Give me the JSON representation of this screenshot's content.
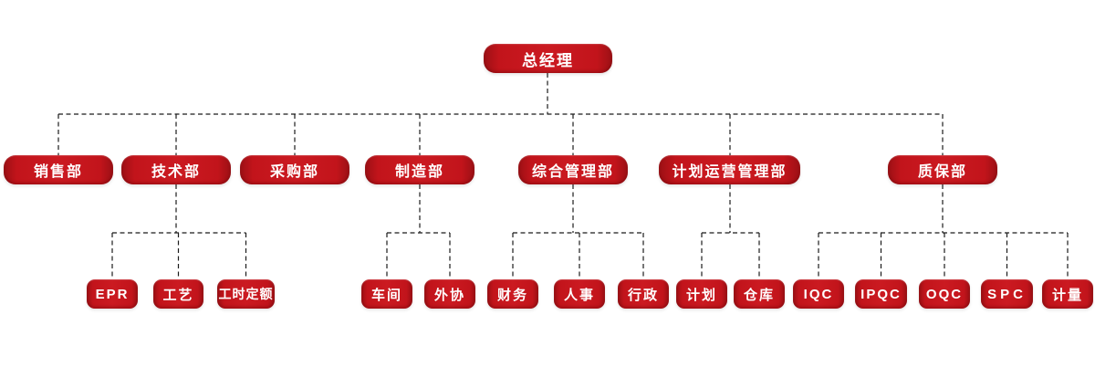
{
  "diagram": {
    "type": "org-chart",
    "colors": {
      "node_fill": "#c2141b",
      "node_fill_edge": "#9c1015",
      "node_text": "#ffffff",
      "connector_line": "#1b1b1b",
      "background": "#ffffff"
    },
    "root": {
      "label": "总经理"
    },
    "departments": [
      {
        "label": "销售部",
        "children": []
      },
      {
        "label": "技术部",
        "children": [
          {
            "label": "EPR"
          },
          {
            "label": "工艺"
          },
          {
            "label": "工时定额"
          }
        ]
      },
      {
        "label": "采购部",
        "children": []
      },
      {
        "label": "制造部",
        "children": [
          {
            "label": "车间"
          },
          {
            "label": "外协"
          }
        ]
      },
      {
        "label": "综合管理部",
        "children": [
          {
            "label": "财务"
          },
          {
            "label": "人事"
          },
          {
            "label": "行政"
          }
        ]
      },
      {
        "label": "计划运营管理部",
        "children": [
          {
            "label": "计划"
          },
          {
            "label": "仓库"
          }
        ]
      },
      {
        "label": "质保部",
        "children": [
          {
            "label": "IQC"
          },
          {
            "label": "IPQC"
          },
          {
            "label": "OQC"
          },
          {
            "label": "SPC"
          },
          {
            "label": "计量"
          }
        ]
      }
    ]
  }
}
